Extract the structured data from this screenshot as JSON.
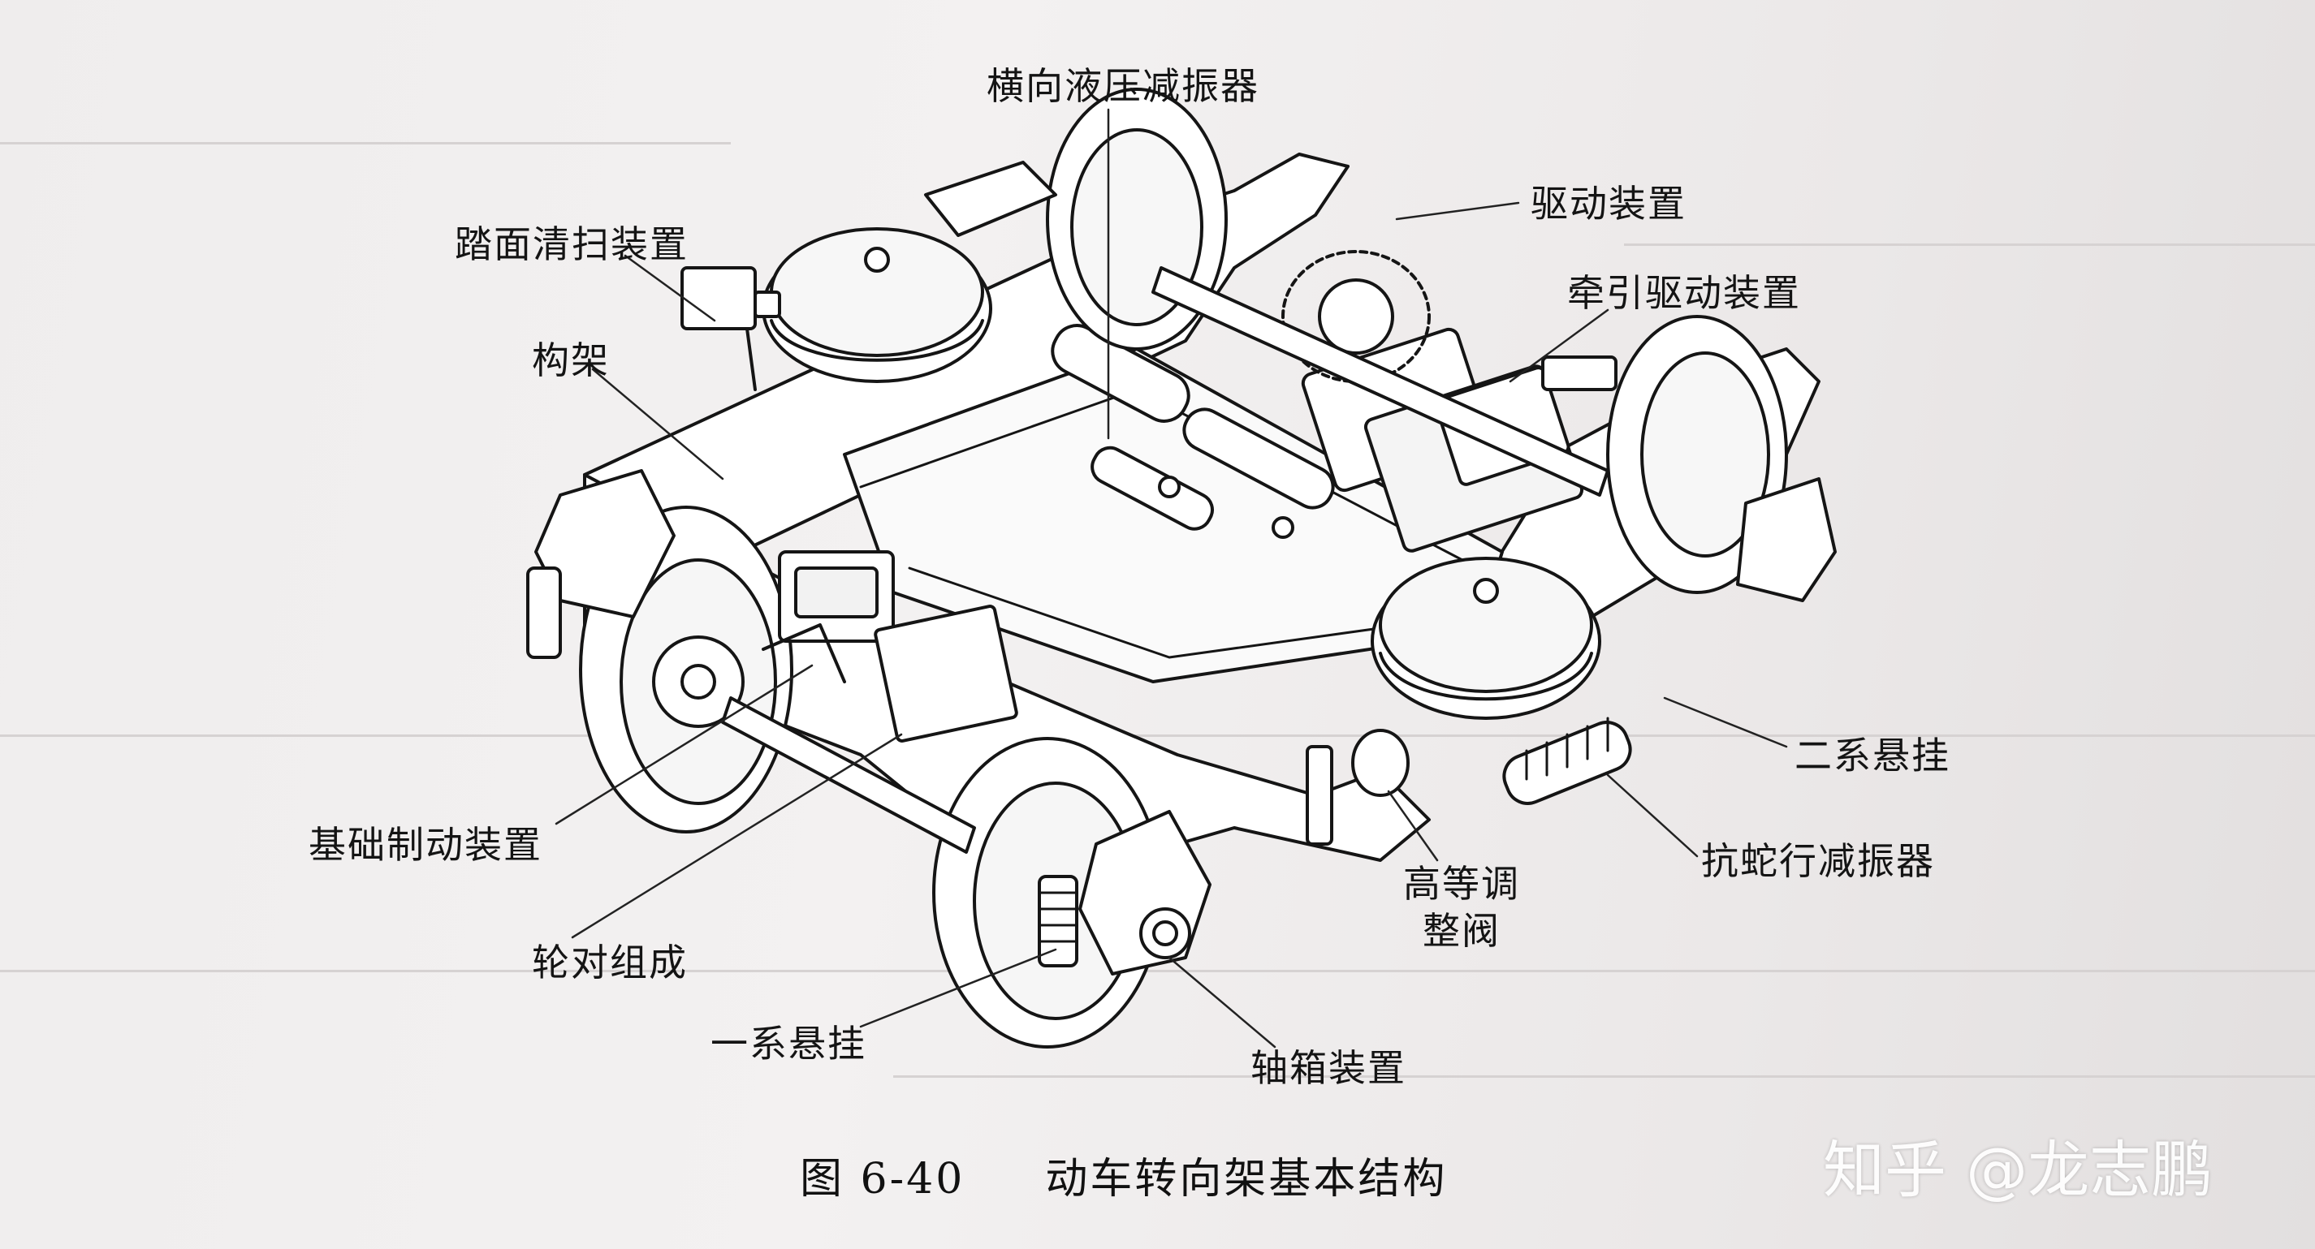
{
  "labels": {
    "lateral_damper": "横向液压减振器",
    "drive_device": "驱动装置",
    "tread_cleaner": "踏面清扫装置",
    "traction_drive": "牵引驱动装置",
    "frame": "构架",
    "secondary_suspension": "二系悬挂",
    "anti_yaw_damper": "抗蛇行减振器",
    "basic_brake": "基础制动装置",
    "height_valve": "高等调整阀",
    "wheelset": "轮对组成",
    "primary_suspension": "一系悬挂",
    "axle_box": "轴箱装置"
  },
  "caption": {
    "figure_number": "图 6-40",
    "title": "动车转向架基本结构"
  },
  "watermark": "知乎 @龙志鹏",
  "colors": {
    "ink": "#141414",
    "paper": "#f1efef"
  }
}
